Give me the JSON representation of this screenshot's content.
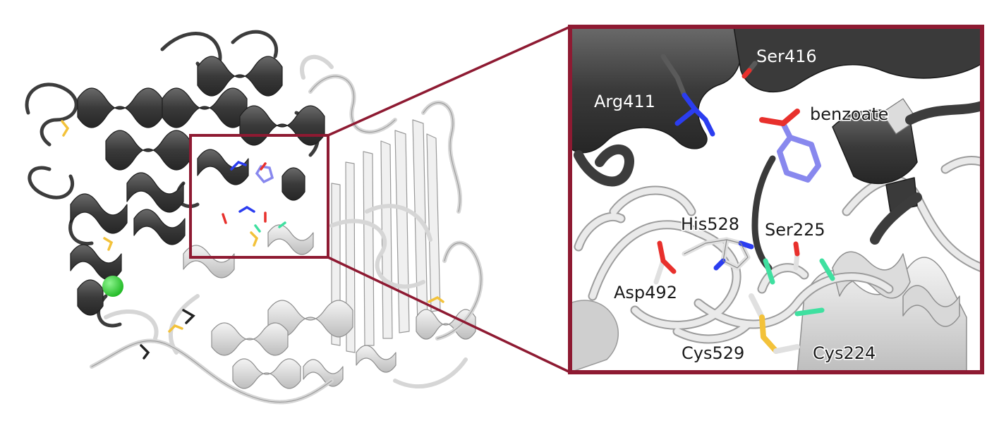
{
  "colors": {
    "frame": "#8e1a32",
    "dark_domain": "#3f3f3f",
    "light_domain": "#e3e3e3",
    "ligand_carbon": "#8888ee",
    "nitrogen": "#2b3df0",
    "oxygen": "#e8302c",
    "sulfur": "#f3c23a",
    "highlight": "#3fe0a0",
    "ion": "#36d83a"
  },
  "zoom_labels": {
    "ser416": "Ser416",
    "arg411": "Arg411",
    "benzoate": "benzoate",
    "his528": "His528",
    "ser225": "Ser225",
    "asp492": "Asp492",
    "cys529": "Cys529",
    "cys224": "Cys224"
  }
}
